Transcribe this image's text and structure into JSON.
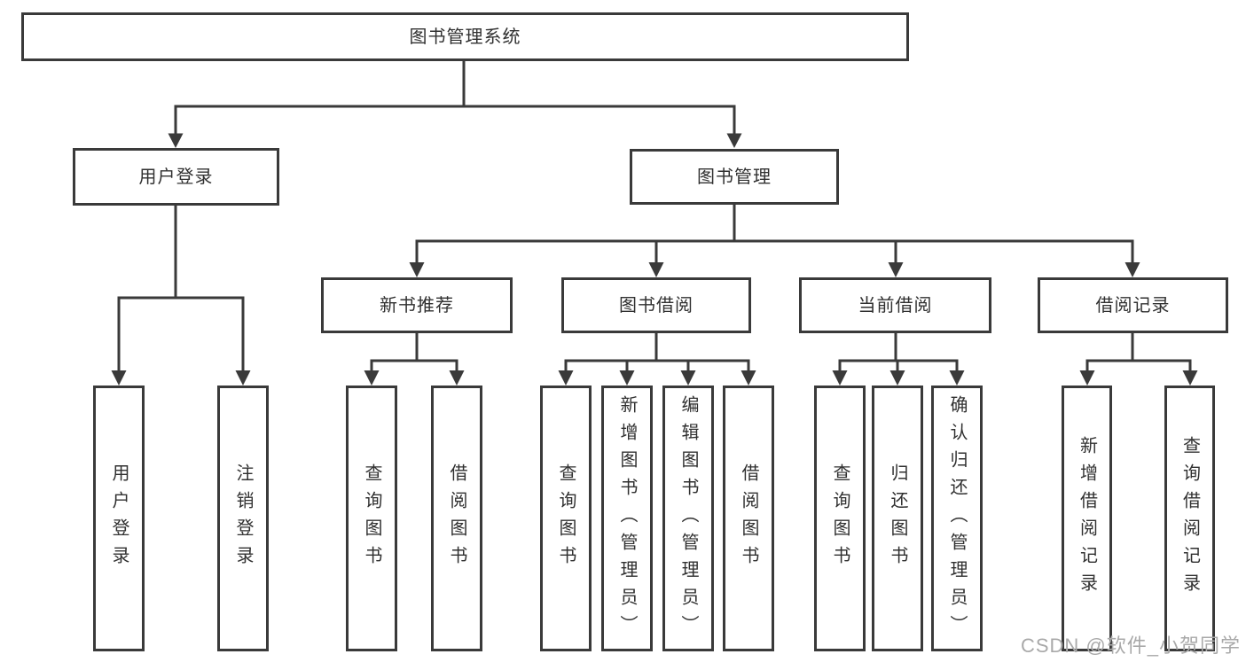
{
  "tree": {
    "label": "图书管理系统",
    "children": [
      {
        "label": "用户登录",
        "children": [
          {
            "label": "用户登录"
          },
          {
            "label": "注销登录"
          }
        ]
      },
      {
        "label": "图书管理",
        "children": [
          {
            "label": "新书推荐",
            "children": [
              {
                "label": "查询图书"
              },
              {
                "label": "借阅图书"
              }
            ]
          },
          {
            "label": "图书借阅",
            "children": [
              {
                "label": "查询图书"
              },
              {
                "label": "新增图书（管理员）"
              },
              {
                "label": "编辑图书（管理员）"
              },
              {
                "label": "借阅图书"
              }
            ]
          },
          {
            "label": "当前借阅",
            "children": [
              {
                "label": "查询图书"
              },
              {
                "label": "归还图书"
              },
              {
                "label": "确认归还（管理员）"
              }
            ]
          },
          {
            "label": "借阅记录",
            "children": [
              {
                "label": "新增借阅记录"
              },
              {
                "label": "查询借阅记录"
              }
            ]
          }
        ]
      }
    ]
  },
  "watermark": {
    "text": "CSDN @软件_小贺同学"
  },
  "colors": {
    "line": "#3a3a3a",
    "box_border": "#3a3a3a",
    "text": "#303030",
    "watermark": "#a9a9a9",
    "background": "#ffffff"
  }
}
